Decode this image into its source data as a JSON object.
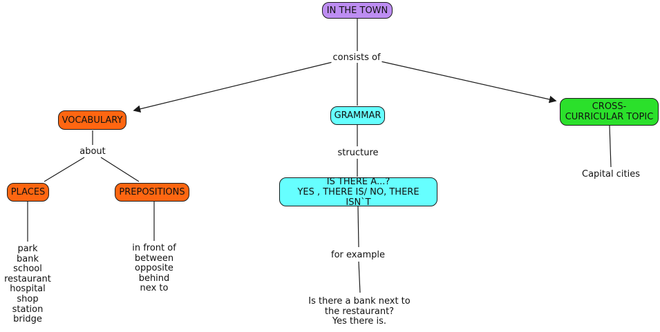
{
  "title": "IN THE TOWN concept map",
  "nodes": {
    "root": {
      "label": "IN THE TOWN"
    },
    "vocabulary": {
      "label": "VOCABULARY"
    },
    "grammar": {
      "label": "GRAMMAR"
    },
    "cross_curricular": {
      "label": "CROSS-CURRICULAR TOPIC"
    },
    "places": {
      "label": "PLACES"
    },
    "prepositions": {
      "label": "PREPOSITIONS"
    },
    "is_there": {
      "line1": "IS THERE A...?",
      "line2": "YES , THERE IS/ NO, THERE ISN`T"
    }
  },
  "linking_phrases": {
    "consists_of": "consists of",
    "about": "about",
    "structure": "structure",
    "for_example": "for example"
  },
  "leaves": {
    "capital_cities": "Capital cities",
    "places_items": [
      "park",
      "bank",
      "school",
      "restaurant",
      "hospital",
      "shop",
      "station",
      "bridge"
    ],
    "prepositions_items": [
      "in front of",
      "between",
      "opposite",
      "behind",
      "nex to"
    ],
    "example_lines": [
      "Is there a bank next to",
      "the restaurant?",
      "Yes there is."
    ]
  },
  "colors": {
    "root_fill": "#bd8df2",
    "vocab_fill": "#ff6611",
    "grammar_fill": "#66ffff",
    "cross_fill": "#2be02b",
    "line": "#1a1a1a"
  }
}
